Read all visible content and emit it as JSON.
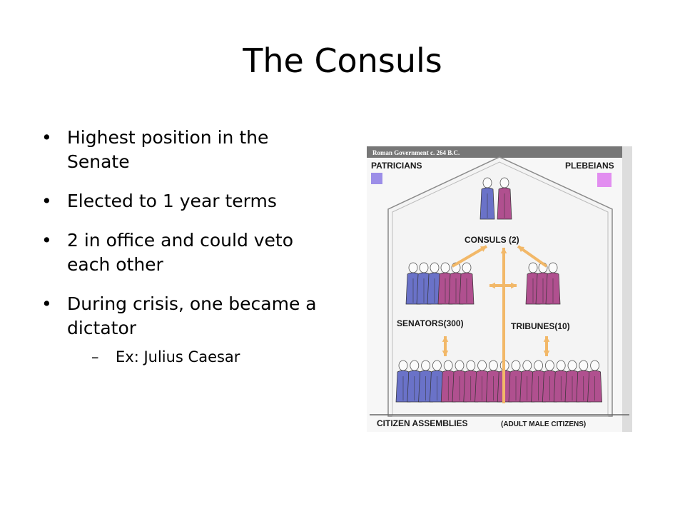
{
  "slide": {
    "title": "The Consuls",
    "bullets": [
      {
        "text": "Highest position in the Senate"
      },
      {
        "text": "Elected to 1 year terms"
      },
      {
        "text": "2 in office and could veto each other"
      },
      {
        "text": "During crisis, one became a dictator",
        "sub": [
          "Ex: Julius Caesar"
        ]
      }
    ]
  },
  "diagram": {
    "header": "Roman Government c. 264 B.C.",
    "patricians_label": "PATRICIANS",
    "plebeians_label": "PLEBEIANS",
    "consuls_label": "CONSULS (2)",
    "senators_label": "SENATORS(300)",
    "tribunes_label": "TRIBUNES(10)",
    "assemblies_label": "CITIZEN ASSEMBLIES",
    "assemblies_sub": "(ADULT MALE CITIZENS)",
    "colors": {
      "patrician": "#6a72c8",
      "plebeian": "#b0508f",
      "patrician_swatch": "#9c8ee8",
      "plebeian_swatch": "#e28ef0",
      "arrow": "#f2b868",
      "header_bg": "#777777",
      "house_bg": "#f5f5f5"
    },
    "icons": [
      "figure-icon",
      "arrow-icon",
      "legend-swatch-icon"
    ]
  }
}
